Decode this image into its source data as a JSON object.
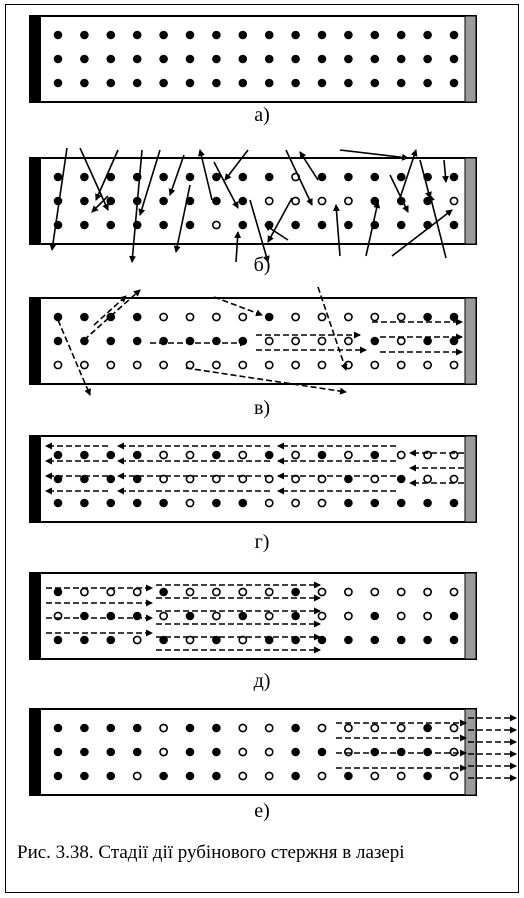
{
  "labels": [
    "а)",
    "б)",
    "в)",
    "г)",
    "д)",
    "е)"
  ],
  "caption": "Рис. 3.38. Стадії дії рубінового стержня в лазері",
  "colors": {
    "ink": "#000000",
    "mirror_full": "#000000",
    "mirror_partial": "#9b9b9b",
    "background": "#ffffff"
  },
  "states": {
    "a": [
      "FFFFFFFFFFFFFFFF",
      "FFFFFFFFFFFFFFFF",
      "FFFFFFFFFFFFFFFF"
    ],
    "b": [
      "FFFFFFFFFOFFFFFF",
      "FFFFFFFFOOOOFFFO",
      "FFFFFFOFFFFFFFFF"
    ],
    "c": [
      "FFFFOOOOFOOOOOFF",
      "FFFFFFFFOOOOFOFF",
      "OOOOOOOOOOOOOOOO"
    ],
    "d": [
      "FFFFOOFOFOFOFOOO",
      "FFFFOOOOOOOFOFOO",
      "FFFFFOFFOOOFFFFF"
    ],
    "e": [
      "FOOOFOOOOFOOOOOO",
      "OFFFOFOFOFOOFOOF",
      "FFFOFOFOFFFFFFFF"
    ],
    "f": [
      "FFFFOFFOOFOOOOFO",
      "FFFFOFFOOFFOFFFO",
      "FFFOFFFOOFOFOOFO"
    ]
  }
}
